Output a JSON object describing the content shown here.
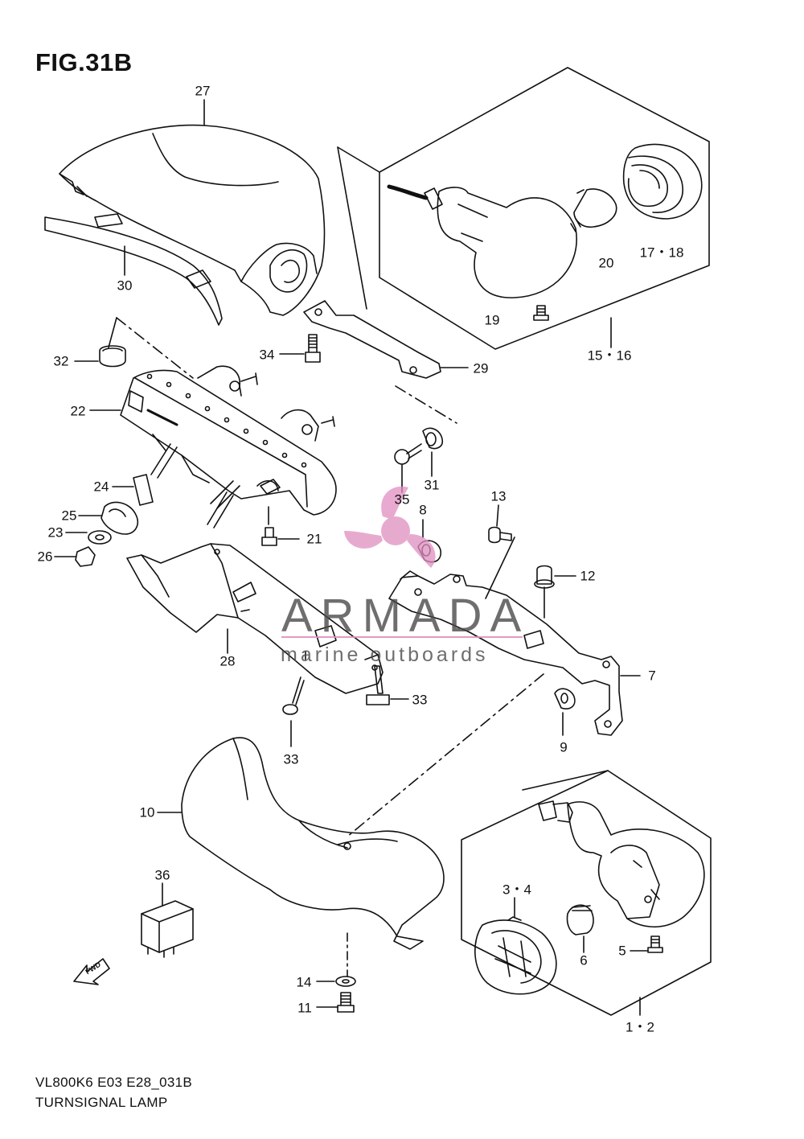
{
  "figure": {
    "title": "FIG.31B",
    "model_code": "VL800K6 E03 E28_031B",
    "description": "TURNSIGNAL LAMP",
    "fwd_label": "FWD"
  },
  "watermark": {
    "brand": "ARMADA",
    "tagline": "marine outboards",
    "accent_color": "#e08ec0"
  },
  "callouts": [
    {
      "id": "c27",
      "text": "27"
    },
    {
      "id": "c30",
      "text": "30"
    },
    {
      "id": "c32",
      "text": "32"
    },
    {
      "id": "c22",
      "text": "22"
    },
    {
      "id": "c24",
      "text": "24"
    },
    {
      "id": "c25",
      "text": "25"
    },
    {
      "id": "c23",
      "text": "23"
    },
    {
      "id": "c26",
      "text": "26"
    },
    {
      "id": "c34",
      "text": "34"
    },
    {
      "id": "c29",
      "text": "29"
    },
    {
      "id": "c20",
      "text": "20"
    },
    {
      "id": "c1718",
      "text": "17・18"
    },
    {
      "id": "c19",
      "text": "19"
    },
    {
      "id": "c1516",
      "text": "15・16"
    },
    {
      "id": "c31",
      "text": "31"
    },
    {
      "id": "c35",
      "text": "35"
    },
    {
      "id": "c8",
      "text": "8"
    },
    {
      "id": "c13",
      "text": "13"
    },
    {
      "id": "c21",
      "text": "21"
    },
    {
      "id": "c12",
      "text": "12"
    },
    {
      "id": "c28",
      "text": "28"
    },
    {
      "id": "c7",
      "text": "7"
    },
    {
      "id": "c33a",
      "text": "33"
    },
    {
      "id": "c33b",
      "text": "33"
    },
    {
      "id": "c9",
      "text": "9"
    },
    {
      "id": "c10",
      "text": "10"
    },
    {
      "id": "c36",
      "text": "36"
    },
    {
      "id": "c34b",
      "text": "3・4"
    },
    {
      "id": "c6",
      "text": "6"
    },
    {
      "id": "c5",
      "text": "5"
    },
    {
      "id": "c14",
      "text": "14"
    },
    {
      "id": "c11",
      "text": "11"
    },
    {
      "id": "c12b",
      "text": "1・2"
    }
  ]
}
